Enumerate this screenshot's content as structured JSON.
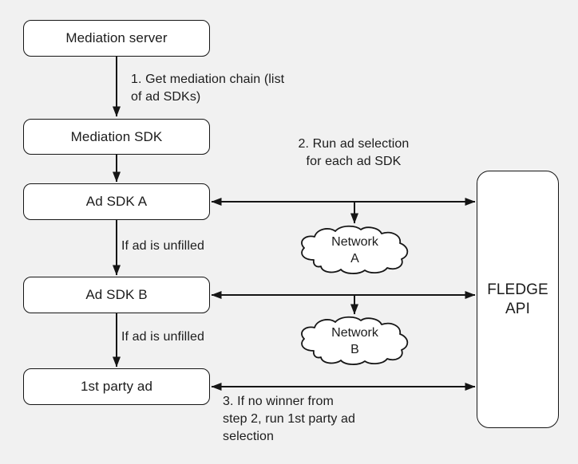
{
  "theme": {
    "bg": "#f1f1f1",
    "line": "#151515",
    "node-fill": "#ffffff",
    "text": "#1c1c1c"
  },
  "nodes": [
    {
      "id": "mediation-server",
      "label": "Mediation server"
    },
    {
      "id": "mediation-sdk",
      "label": "Mediation SDK"
    },
    {
      "id": "ad-sdk-a",
      "label": "Ad SDK A"
    },
    {
      "id": "ad-sdk-b",
      "label": "Ad SDK B"
    },
    {
      "id": "first-party-ad",
      "label": "1st party ad"
    },
    {
      "id": "fledge-api",
      "label": "FLEDGE\nAPI"
    }
  ],
  "clouds": [
    {
      "id": "network-a",
      "label": "Network\nA"
    },
    {
      "id": "network-b",
      "label": "Network\nB"
    }
  ],
  "annotations": {
    "step1": "1. Get mediation chain (list\nof ad SDKs)",
    "step2": "2. Run ad selection\nfor each ad SDK",
    "unfilled_a": "If ad is unfilled",
    "unfilled_b": "If ad is unfilled",
    "step3": "3. If no winner from\nstep 2, run 1st party ad\nselection"
  }
}
